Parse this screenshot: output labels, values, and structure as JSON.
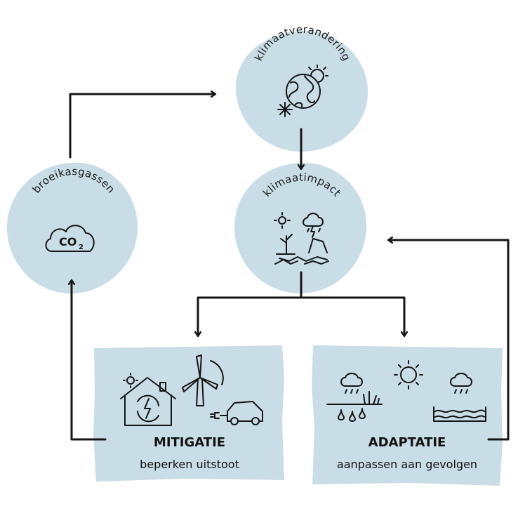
{
  "colors": {
    "fill": "#c9dde6",
    "ink": "#151515"
  },
  "nodes": {
    "climate_change": {
      "label": "klimaatverandering",
      "icon": "globe-sun-snowflake-icon"
    },
    "greenhouse": {
      "label": "broeikasgassen",
      "icon": "co2-cloud-icon",
      "icon_text": "CO",
      "icon_sub": "2"
    },
    "impact": {
      "label": "klimaatimpact",
      "icon": "drought-storm-flood-icon"
    },
    "mitigation": {
      "title": "MITIGATIE",
      "subtitle": "beperken uitstoot",
      "icons": [
        "house-solar-energy-icon",
        "wind-turbine-icon",
        "electric-car-icon"
      ]
    },
    "adaptation": {
      "title": "ADAPTATIE",
      "subtitle": "aanpassen aan gevolgen",
      "icons": [
        "rain-soil-icon",
        "sun-icon",
        "rain-flood-icon"
      ]
    }
  }
}
